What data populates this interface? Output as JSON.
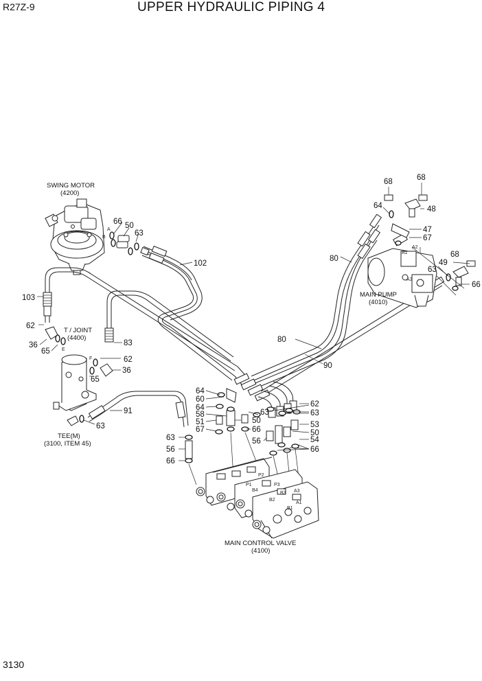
{
  "header": {
    "model": "R27Z-9",
    "title": "UPPER HYDRAULIC PIPING 4"
  },
  "page_number": "3130",
  "components": {
    "swing_motor": {
      "name": "SWING MOTOR",
      "code": "(4200)"
    },
    "t_joint": {
      "name": "T / JOINT",
      "code": "(4400)"
    },
    "tee": {
      "name": "TEE(M)",
      "code": "(3100, ITEM 45)"
    },
    "main_pump": {
      "name": "MAIN PUMP",
      "code": "(4010)"
    },
    "main_control_valve": {
      "name": "MAIN CONTROL VALVE",
      "code": "(4100)"
    }
  },
  "callouts": {
    "c68a": "68",
    "c68b": "68",
    "c64a": "64",
    "c48": "48",
    "c47": "47",
    "c67a": "67",
    "c68c": "68",
    "c49": "49",
    "c63a": "63",
    "c66a": "66",
    "c80a": "80",
    "c80b": "80",
    "c90": "90",
    "c66b": "66",
    "c50a": "50",
    "c63b": "63",
    "c102": "102",
    "c103": "103",
    "c62a": "62",
    "c36a": "36",
    "c65a": "65",
    "c83": "83",
    "c62b": "62",
    "c36b": "36",
    "c65b": "65",
    "c91": "91",
    "c63c": "63",
    "c64b": "64",
    "c60": "60",
    "c64c": "64",
    "c58": "58",
    "c51": "51",
    "c67b": "67",
    "c63d": "63",
    "c50b": "50",
    "c66c": "66",
    "c62c": "62",
    "c63e": "63",
    "c53": "53",
    "c50c": "50",
    "c56a": "56",
    "c54": "54",
    "c66d": "66",
    "c63f": "63",
    "c56b": "56",
    "c66e": "66"
  },
  "ports": {
    "pA": "A",
    "pB": "B",
    "pE": "E",
    "pF": "F",
    "pA1": "A1",
    "pA2": "A2",
    "pA3": "A3",
    "pP2": "P2",
    "pP1": "P1",
    "pB4": "B4",
    "pP3": "P3",
    "pB1": "B1",
    "pA1v": "A1",
    "pB3": "B3",
    "pA3v": "A3",
    "pB2": "B2"
  }
}
